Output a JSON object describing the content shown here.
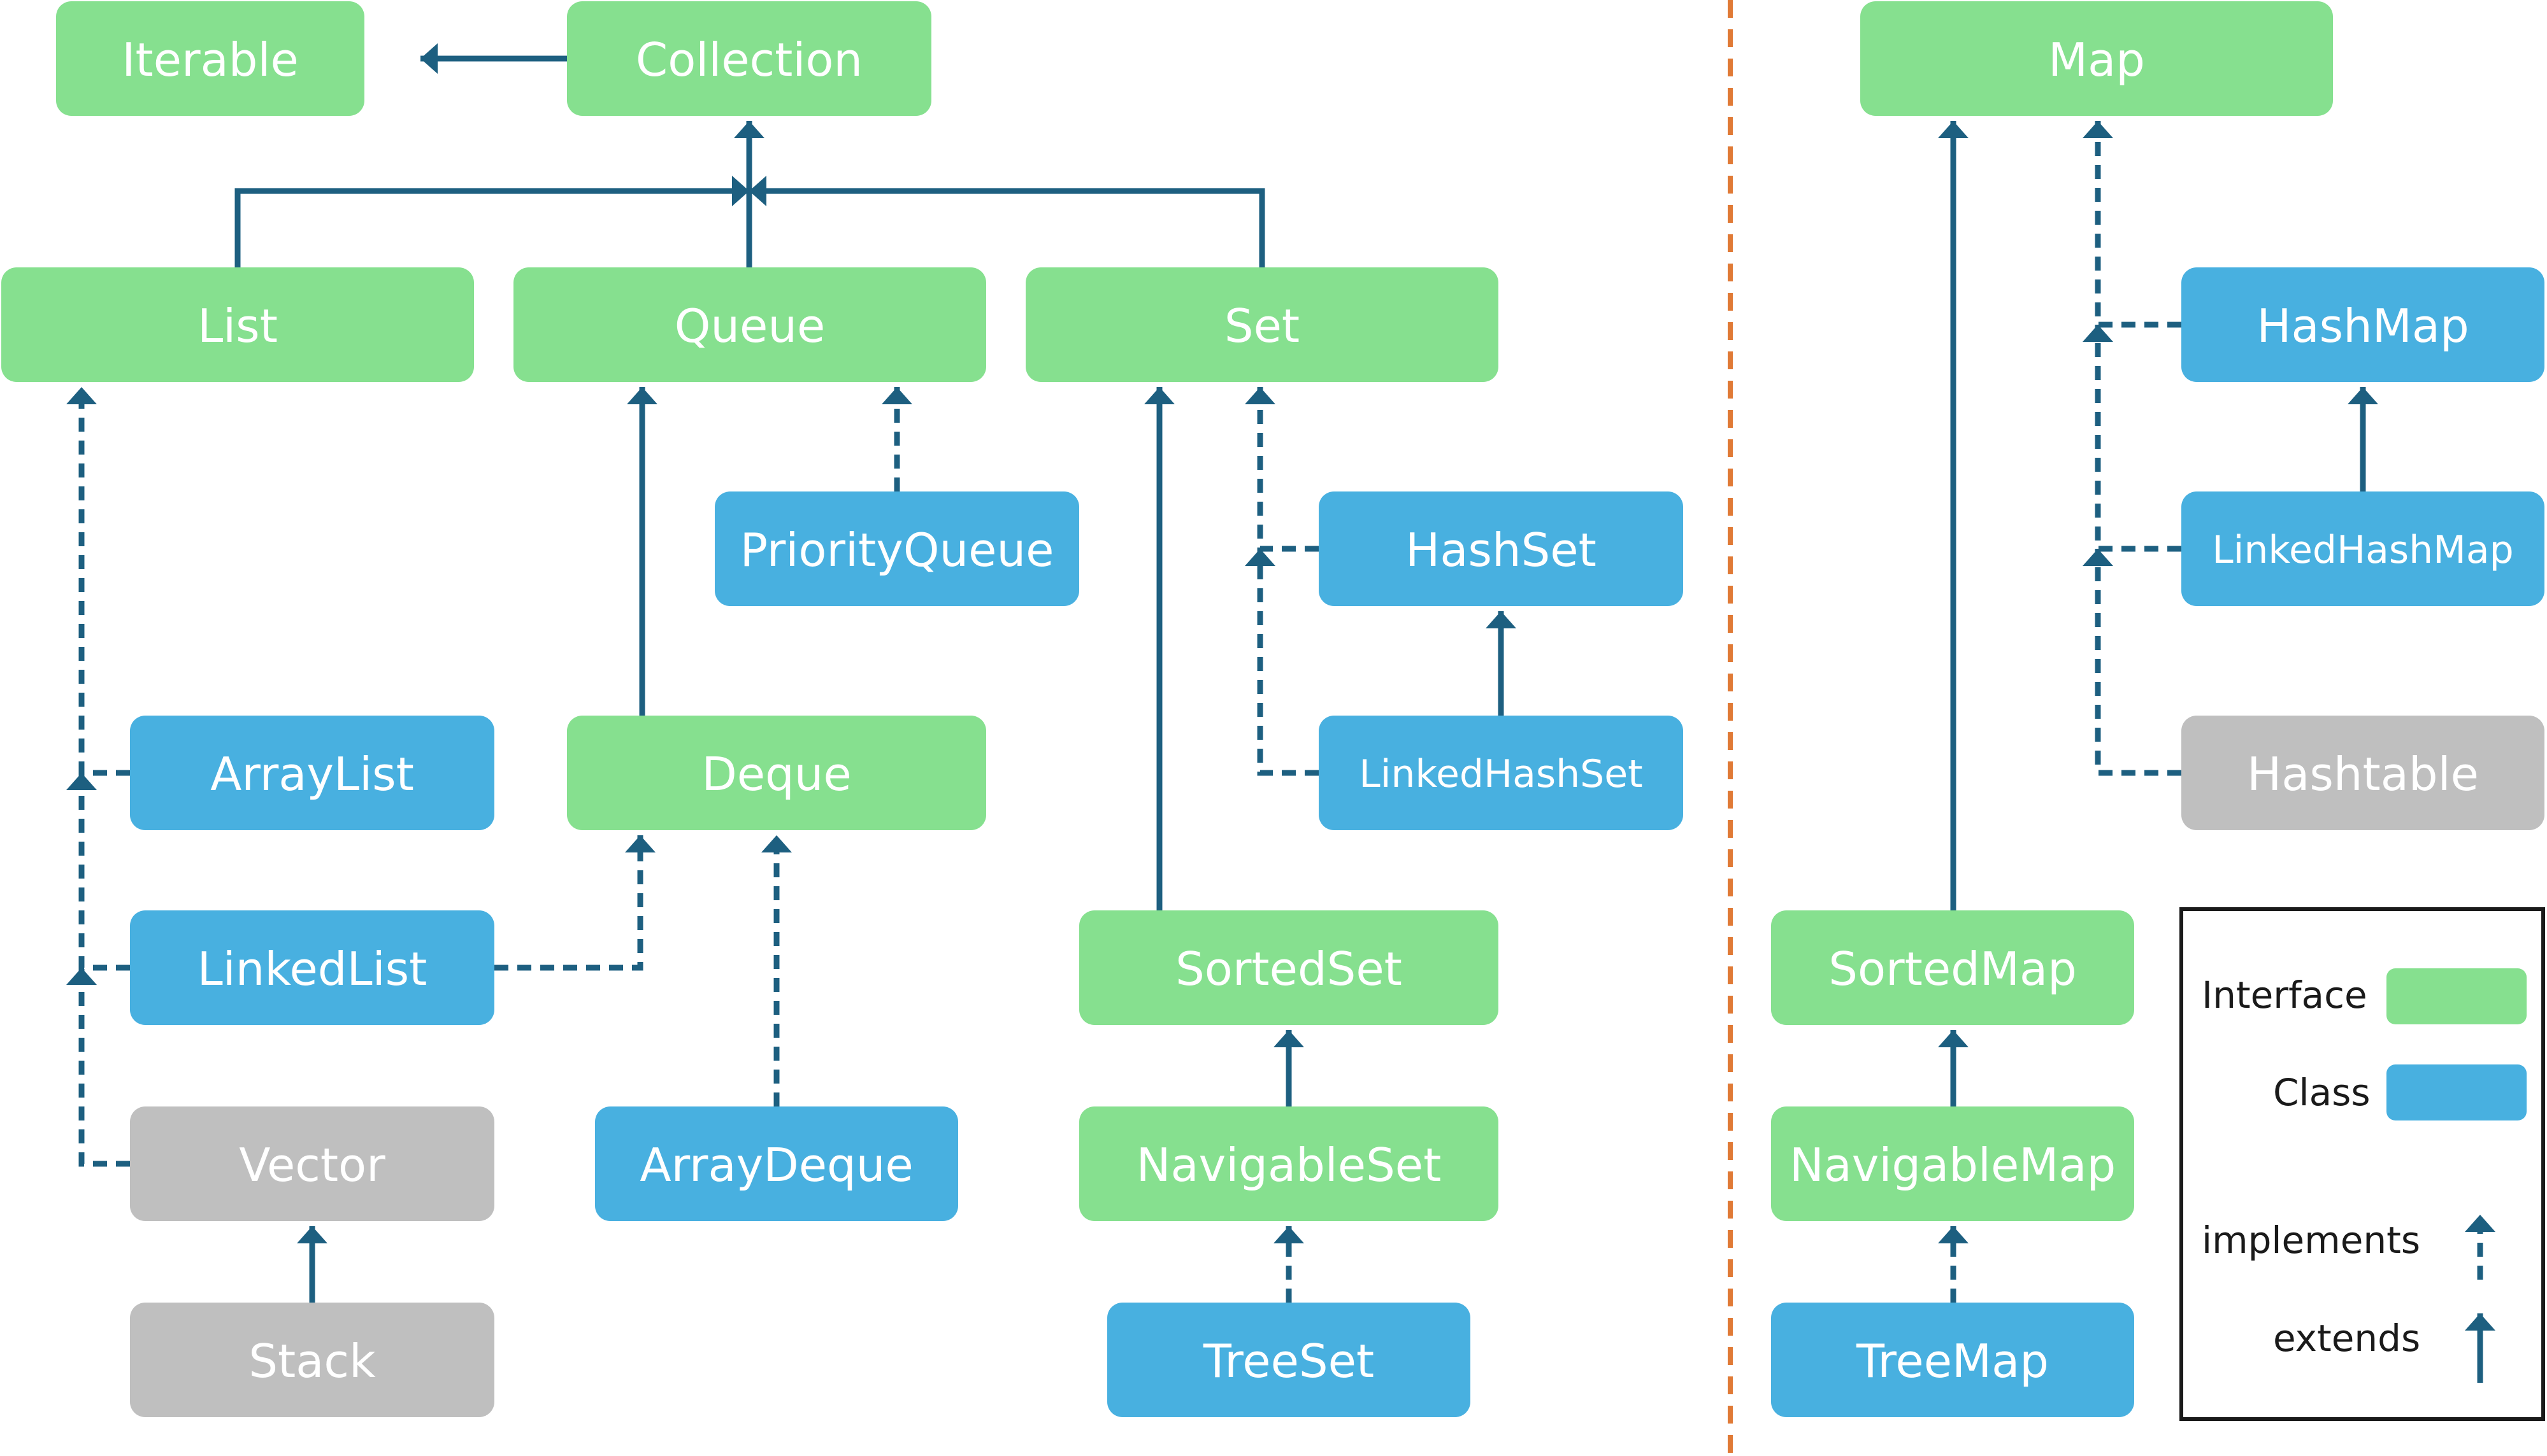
{
  "colors": {
    "interface": "#86e08f",
    "class": "#48b0e0",
    "legacy": "#bfbfbf",
    "arrow": "#1d5f80",
    "divider": "#e07a36",
    "legend_border": "#1a1a1a"
  },
  "nodes": {
    "iterable": {
      "label": "Iterable",
      "kind": "interface"
    },
    "collection": {
      "label": "Collection",
      "kind": "interface"
    },
    "list": {
      "label": "List",
      "kind": "interface"
    },
    "queue": {
      "label": "Queue",
      "kind": "interface"
    },
    "set": {
      "label": "Set",
      "kind": "interface"
    },
    "priority_queue": {
      "label": "PriorityQueue",
      "kind": "class"
    },
    "hash_set": {
      "label": "HashSet",
      "kind": "class"
    },
    "array_list": {
      "label": "ArrayList",
      "kind": "class"
    },
    "deque": {
      "label": "Deque",
      "kind": "interface"
    },
    "linked_hash_set": {
      "label": "LinkedHashSet",
      "kind": "class"
    },
    "linked_list": {
      "label": "LinkedList",
      "kind": "class"
    },
    "sorted_set": {
      "label": "SortedSet",
      "kind": "interface"
    },
    "vector": {
      "label": "Vector",
      "kind": "legacy"
    },
    "array_deque": {
      "label": "ArrayDeque",
      "kind": "class"
    },
    "navigable_set": {
      "label": "NavigableSet",
      "kind": "interface"
    },
    "stack": {
      "label": "Stack",
      "kind": "legacy"
    },
    "tree_set": {
      "label": "TreeSet",
      "kind": "class"
    },
    "map": {
      "label": "Map",
      "kind": "interface"
    },
    "hash_map": {
      "label": "HashMap",
      "kind": "class"
    },
    "linked_hash_map": {
      "label": "LinkedHashMap",
      "kind": "class"
    },
    "hashtable": {
      "label": "Hashtable",
      "kind": "legacy"
    },
    "sorted_map": {
      "label": "SortedMap",
      "kind": "interface"
    },
    "navigable_map": {
      "label": "NavigableMap",
      "kind": "interface"
    },
    "tree_map": {
      "label": "TreeMap",
      "kind": "class"
    }
  },
  "legend": {
    "interface": "Interface",
    "class": "Class",
    "implements": "implements",
    "extends": "extends"
  }
}
